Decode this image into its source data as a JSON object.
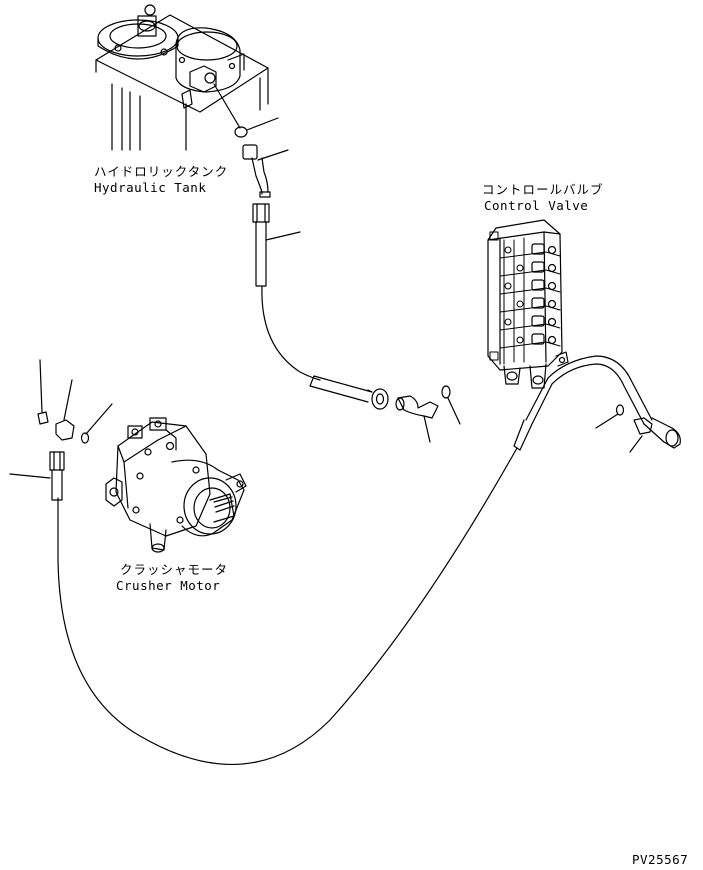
{
  "labels": {
    "hydraulic_tank": {
      "jp": "ハイドロリックタンク",
      "en": "Hydraulic Tank"
    },
    "control_valve": {
      "jp": "コントロールバルブ",
      "en": "Control Valve"
    },
    "crusher_motor": {
      "jp": "クラッシャモータ",
      "en": "Crusher Motor"
    }
  },
  "figure_code": "PV25567"
}
